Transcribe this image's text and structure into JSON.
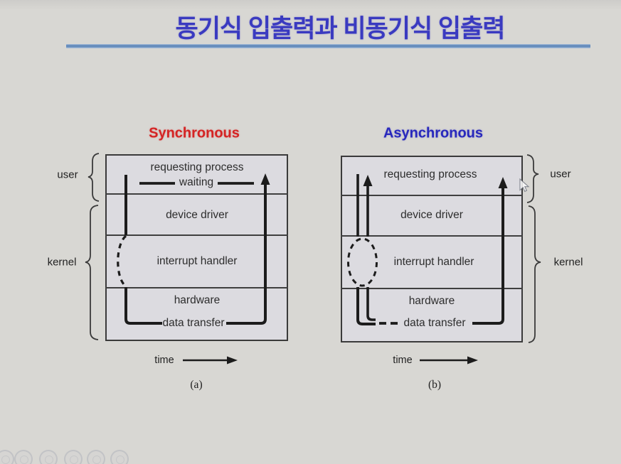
{
  "slide": {
    "title": "동기식 입출력과 비동기식 입출력",
    "watermark_tool_count": 6
  },
  "icons": {
    "cursor": "mouse-arrow-cursor"
  },
  "colors": {
    "background": "#d8d7d3",
    "title_text": "#3a3ac0",
    "title_rule": "#6d93c0",
    "synchronous_heading": "#d42424",
    "asynchronous_heading": "#2828bc",
    "diagram_fill": "#dcdbe0",
    "diagram_border": "#3a3a3a",
    "flow_line": "#1c1c1c"
  },
  "diagrams": [
    {
      "heading": "Synchronous",
      "rows": [
        "requesting process",
        "device driver",
        "interrupt handler",
        "hardware"
      ],
      "waiting_label": "waiting",
      "data_transfer_label": "data transfer",
      "user_label": "user",
      "kernel_label": "kernel",
      "time_label": "time",
      "caption": "(a)"
    },
    {
      "heading": "Asynchronous",
      "rows": [
        "requesting process",
        "device driver",
        "interrupt handler",
        "hardware"
      ],
      "data_transfer_label": "data transfer",
      "user_label": "user",
      "kernel_label": "kernel",
      "time_label": "time",
      "caption": "(b)"
    }
  ]
}
